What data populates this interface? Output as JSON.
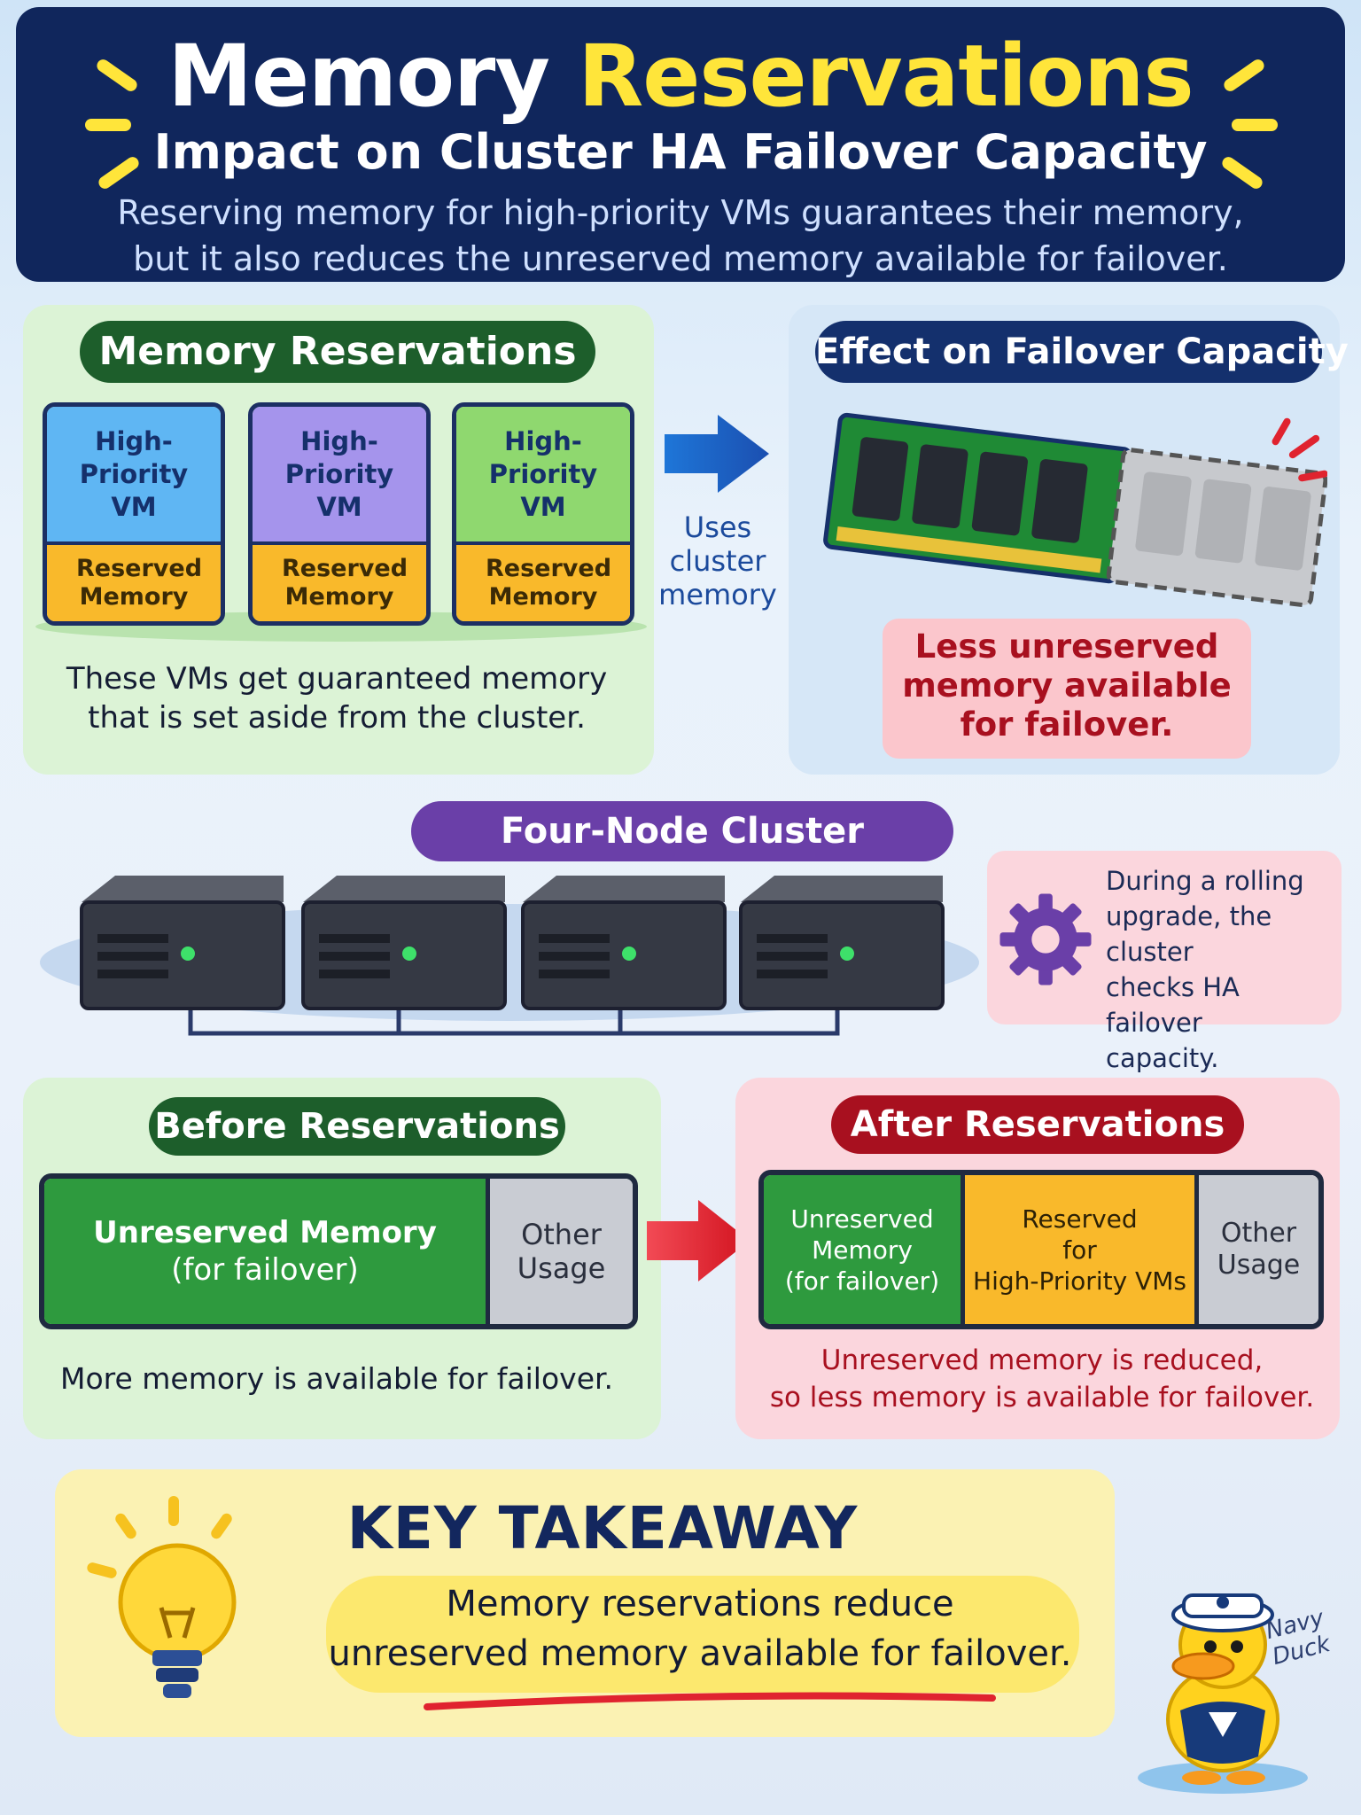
{
  "header": {
    "title_main": "Memory",
    "title_accent": "Reservations",
    "subtitle": "Impact on Cluster HA Failover Capacity",
    "intro_line1": "Reserving memory for high-priority VMs guarantees their memory,",
    "intro_line2": "but it also reduces the unreserved memory available for failover."
  },
  "reservations": {
    "heading": "Memory Reservations",
    "vms": [
      {
        "top": "High-Priority VM",
        "bottom": "Reserved Memory",
        "color": "#5fb6f3"
      },
      {
        "top": "High-Priority VM",
        "bottom": "Reserved Memory",
        "color": "#a594ec"
      },
      {
        "top": "High-Priority VM",
        "bottom": "Reserved Memory",
        "color": "#8fd86f"
      }
    ],
    "caption_line1": "These VMs get guaranteed memory",
    "caption_line2": "that is set aside from the cluster."
  },
  "arrow_label": {
    "line1": "Uses",
    "line2": "cluster",
    "line3": "memory"
  },
  "effect": {
    "heading": "Effect on Failover Capacity",
    "note_line1": "Less unreserved",
    "note_line2": "memory available",
    "note_line3": "for failover."
  },
  "cluster": {
    "heading": "Four-Node Cluster",
    "note_line1": "During a rolling",
    "note_line2": "upgrade, the cluster",
    "note_line3": "checks HA failover",
    "note_line4": "capacity."
  },
  "before": {
    "heading": "Before Reservations",
    "seg_unreserved_l1": "Unreserved Memory",
    "seg_unreserved_l2": "(for failover)",
    "seg_other_l1": "Other",
    "seg_other_l2": "Usage",
    "caption": "More memory is available for failover."
  },
  "after": {
    "heading": "After Reservations",
    "seg_unreserved_l1": "Unreserved",
    "seg_unreserved_l2": "Memory",
    "seg_unreserved_l3": "(for failover)",
    "seg_reserved_l1": "Reserved",
    "seg_reserved_l2": "for",
    "seg_reserved_l3": "High-Priority VMs",
    "seg_other_l1": "Other",
    "seg_other_l2": "Usage",
    "caption_line1": "Unreserved memory is reduced,",
    "caption_line2": "so less memory is available for failover."
  },
  "takeaway": {
    "heading": "KEY TAKEAWAY",
    "line1": "Memory reservations reduce",
    "line2": "unreserved memory available for failover."
  },
  "mascot": {
    "line1": "Navy",
    "line2": "Duck"
  },
  "colors": {
    "navy": "#10265c",
    "accent_yellow": "#ffe53a",
    "green": "#2e9a3e",
    "reserved": "#f9b92b",
    "other": "#c9ccd3",
    "red": "#b4122b",
    "purple": "#6a3fa8"
  }
}
